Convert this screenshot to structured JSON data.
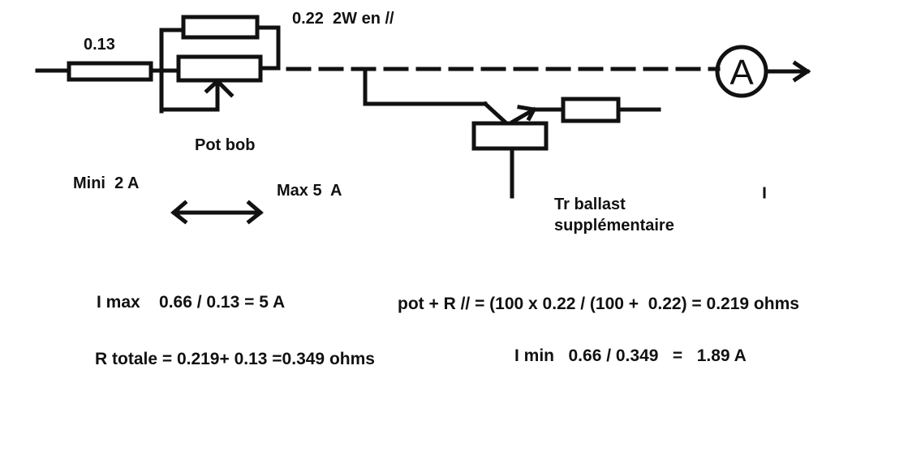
{
  "diagram": {
    "components": {
      "series_resistor": {
        "label": "0.13"
      },
      "parallel_resistor": {
        "label": "0.22  2W en //"
      },
      "potentiometer": {
        "label": "Pot bob"
      },
      "ammeter": {
        "label": "A"
      },
      "ballast": {
        "label_line1": "Tr ballast",
        "label_line2": "supplémentaire"
      }
    },
    "range": {
      "min_label": "Mini  2 A",
      "max_label": "Max 5  A"
    }
  },
  "equations": {
    "imax": "I max    0.66 / 0.13 = 5 A",
    "parallel": "pot + R // = (100 x 0.22 / (100 +  0.22) = 0.219 ohms",
    "rtotal": "R totale = 0.219+ 0.13 =0.349 ohms",
    "imin": "I min   0.66 / 0.349   =   1.89 A"
  },
  "colors": {
    "ink": "#111111",
    "background": "#ffffff"
  }
}
